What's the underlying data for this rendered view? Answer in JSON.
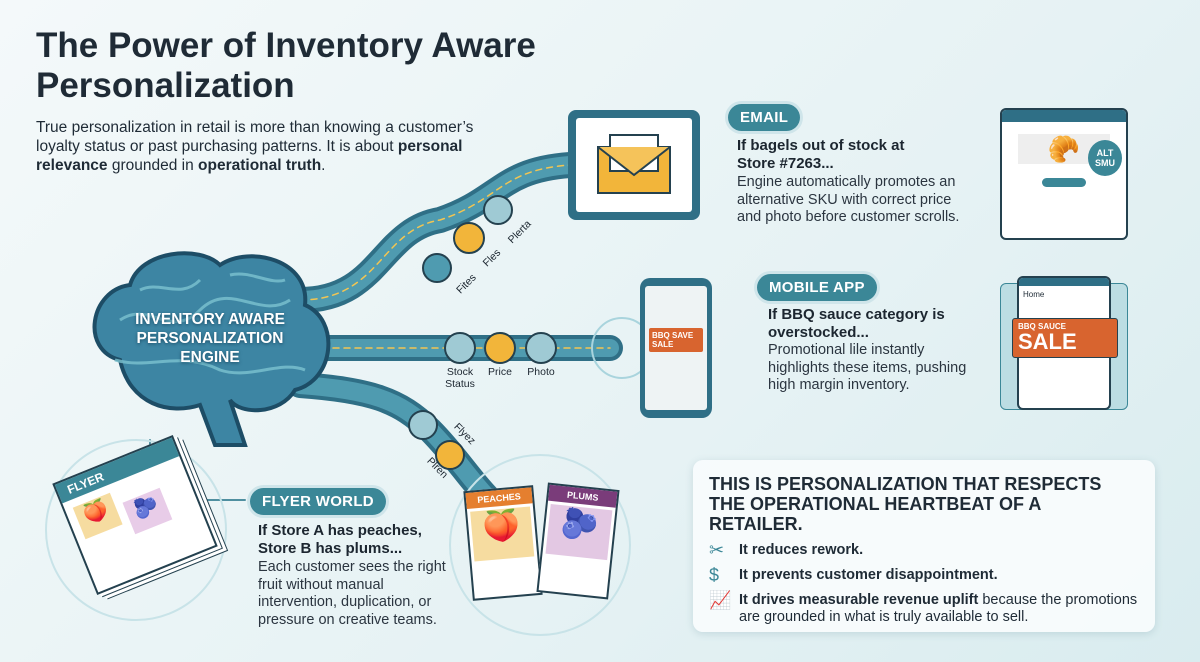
{
  "title": "The Power of Inventory Aware Personalization",
  "intro": {
    "text1": "True personalization in retail is more than knowing a customer’s loyalty status or past purchasing patterns. It is about ",
    "bold1": "personal relevance",
    "text2": " grounded in ",
    "bold2": "operational truth",
    "text3": "."
  },
  "engine": {
    "line1": "INVENTORY AWARE",
    "line2": "PERSONALIZATION",
    "line3": "ENGINE"
  },
  "path_labels": {
    "email": [
      "Fites",
      "Fles",
      "Plerta"
    ],
    "app": [
      "Stock Status",
      "Price",
      "Photo"
    ],
    "flyer": [
      "Flyez",
      "Plren"
    ]
  },
  "email": {
    "badge": "EMAIL",
    "heading": "If bagels out of stock at Store #7263...",
    "body": "Engine automatically promotes an alternative SKU with correct price and photo before customer scrolls.",
    "mock_badge": "ALT SMU"
  },
  "mobile": {
    "badge": "MOBILE APP",
    "heading": "If BBQ sauce category is overstocked...",
    "body": "Promotional lile instantly highlights these items, pushing high margin inventory.",
    "phone_promo": "BBQ SAVE SALE",
    "mock_home": "Home",
    "mock_promo_small": "BBQ SAUCE",
    "mock_promo_big": "SALE"
  },
  "flyer": {
    "badge": "FLYER WORLD",
    "heading": "If Store A has peaches, Store B has plums...",
    "body": "Each customer sees the right fruit without manual intervention, duplication, or pressure on creative teams.",
    "stack_label": "FLYER",
    "card1": "PEACHES",
    "card2": "PLUMS"
  },
  "summary": {
    "heading": "THIS IS PERSONALIZATION THAT RESPECTS THE OPERATIONAL HEARTBEAT OF A RETAILER.",
    "items": [
      {
        "icon": "tools-icon",
        "bold": "It reduces rework.",
        "text": ""
      },
      {
        "icon": "money-hand-icon",
        "bold": "It prevents customer disappointment.",
        "text": ""
      },
      {
        "icon": "growth-chart-icon",
        "bold": "It drives measurable revenue uplift",
        "text": " because the promotions are grounded in what is truly available to sell."
      }
    ]
  },
  "colors": {
    "teal": "#3b8797",
    "yellow": "#f2b53a",
    "orange": "#d8642f",
    "purple": "#7a3c7a",
    "dark": "#1f2b36"
  }
}
